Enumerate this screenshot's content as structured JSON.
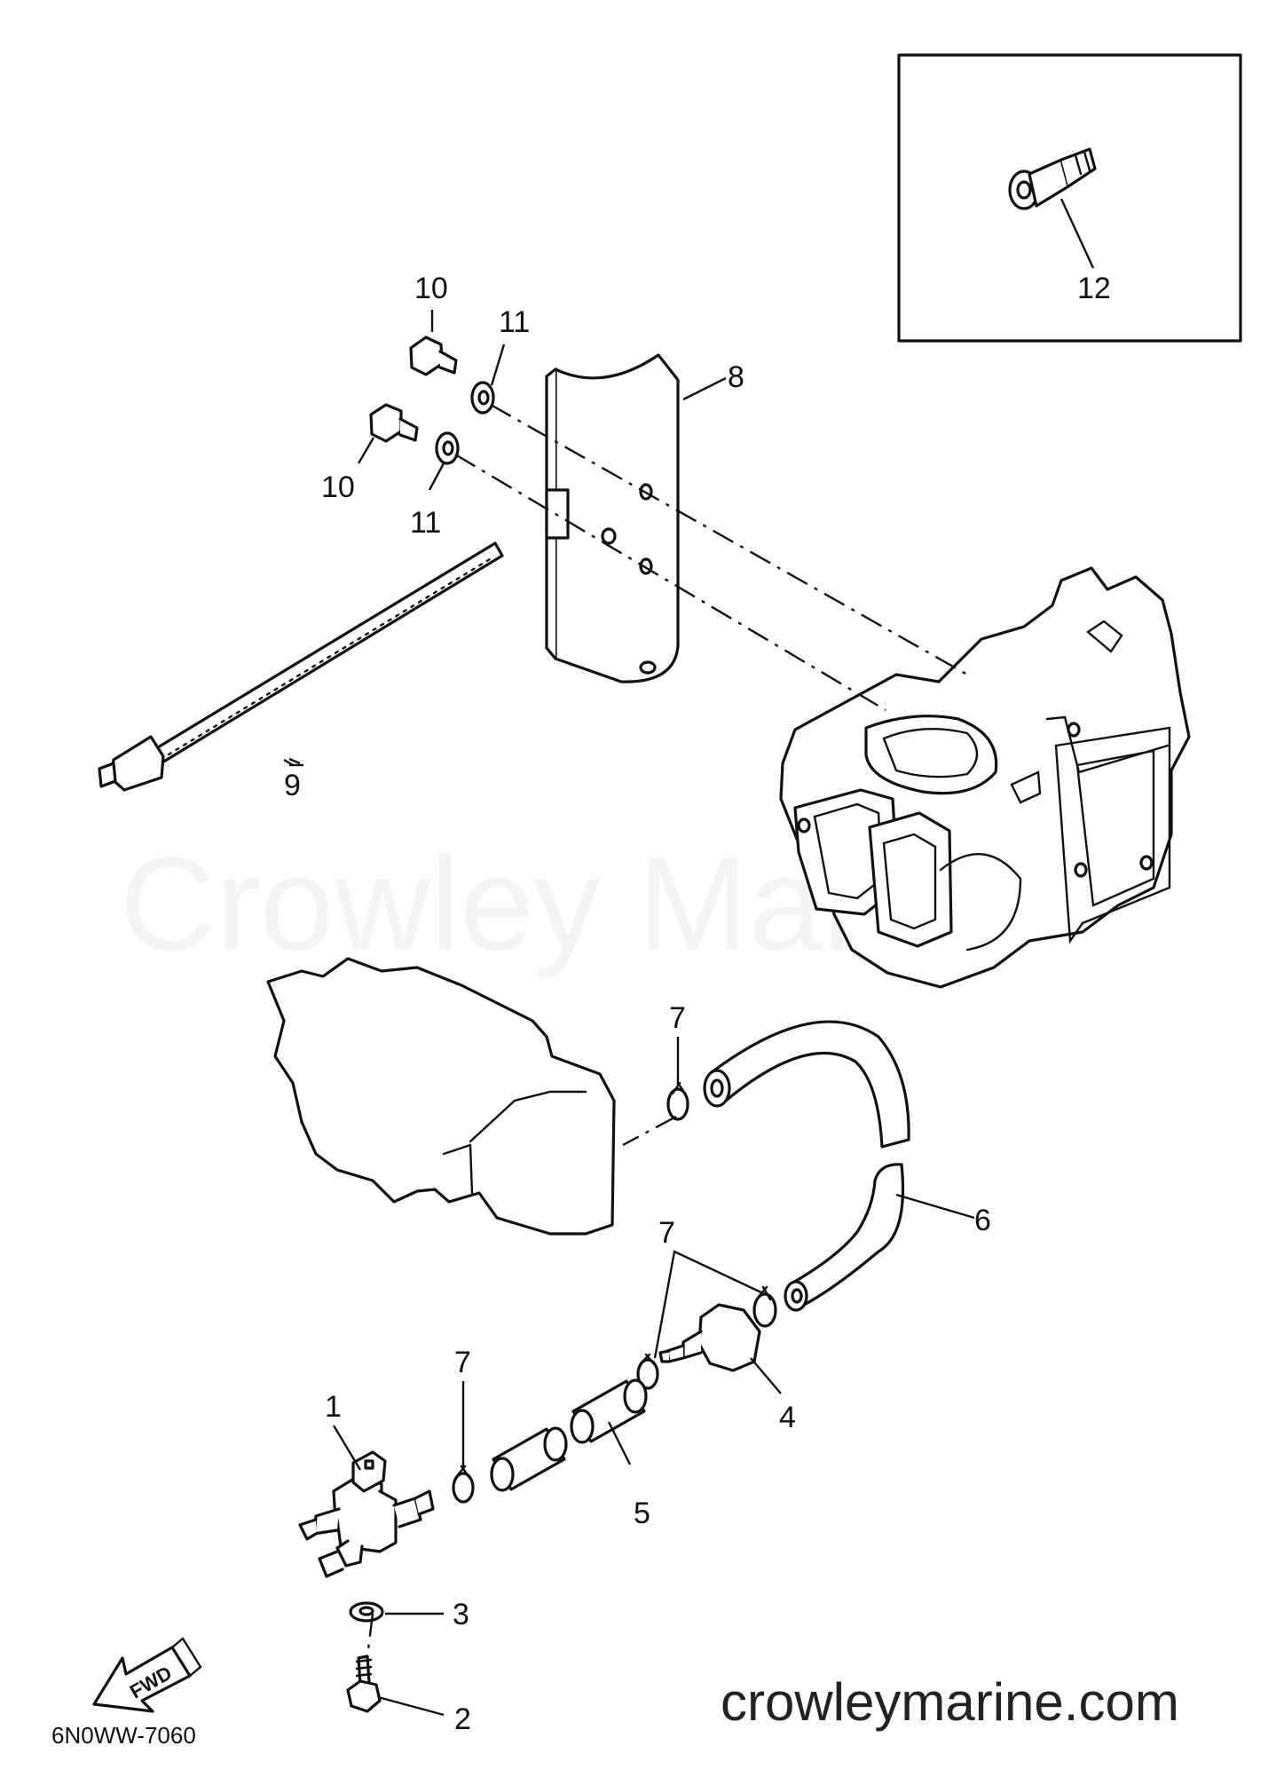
{
  "diagram_code": "6N0WW-7060",
  "watermark": "Crowley Marine",
  "website": "crowleymarine.com",
  "fwd_label": "FWD",
  "callouts": {
    "c1": "1",
    "c2": "2",
    "c3": "3",
    "c4": "4",
    "c5": "5",
    "c6": "6",
    "c7a": "7",
    "c7b": "7",
    "c7c": "7",
    "c8": "8",
    "c9": "9",
    "c10a": "10",
    "c10b": "10",
    "c11a": "11",
    "c11b": "11",
    "c12": "12"
  }
}
